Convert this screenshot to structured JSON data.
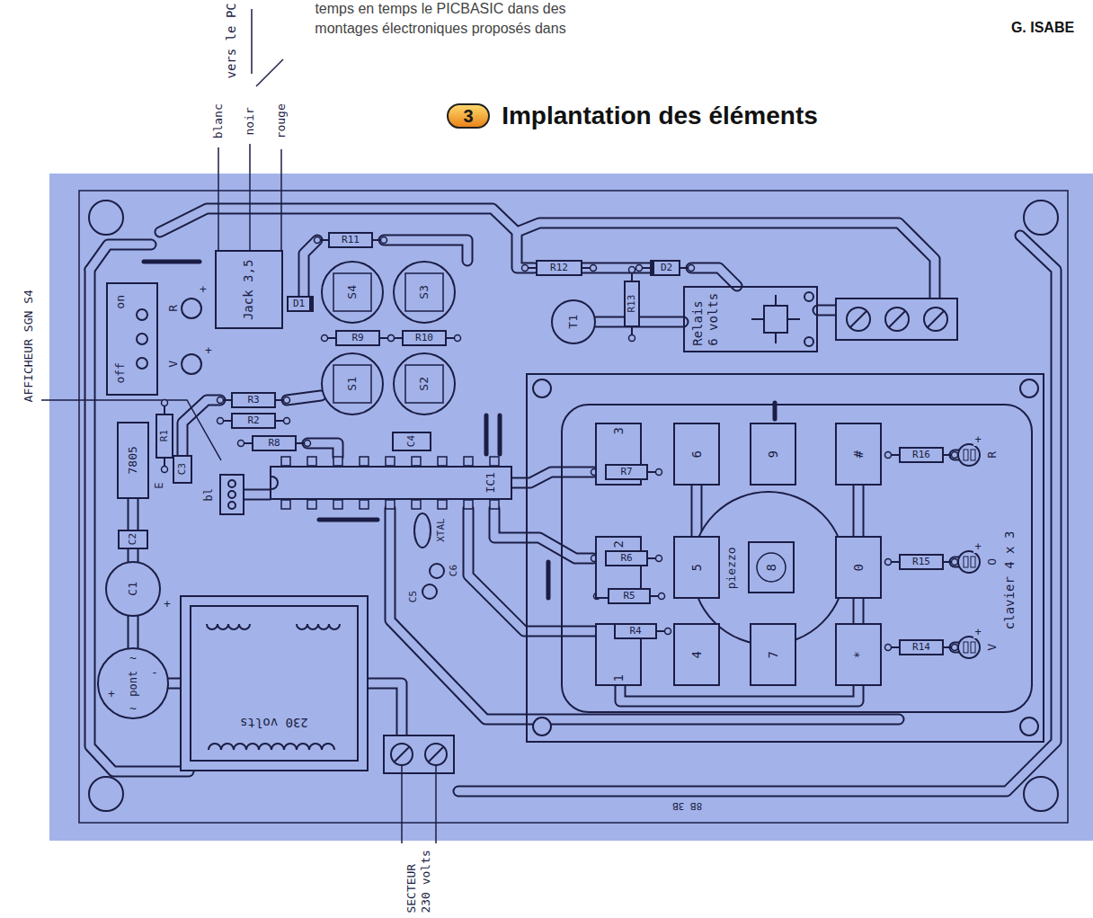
{
  "diagram": {
    "title": "Implantation des éléments",
    "nodes": [
      {
        "text": [
          "on",
          "off"
        ]
      },
      {
        "text": [
          "Jack 3,5"
        ]
      },
      {
        "text": [
          "R11"
        ]
      },
      {
        "text": [
          "D1"
        ]
      },
      {
        "text": [
          "S4"
        ]
      },
      {
        "text": [
          "S3"
        ]
      },
      {
        "text": [
          "R12"
        ]
      },
      {
        "text": [
          "D2"
        ]
      },
      {
        "text": [
          "T1"
        ]
      },
      {
        "text": [
          "R13"
        ]
      },
      {
        "text": [
          "Relais 6 volts"
        ]
      },
      {
        "text": [
          "R9"
        ]
      },
      {
        "text": [
          "R10"
        ]
      },
      {
        "text": [
          "S1"
        ]
      },
      {
        "text": [
          "S2"
        ]
      },
      {
        "text": [
          "R3"
        ]
      },
      {
        "text": [
          "R2"
        ]
      },
      {
        "text": [
          "R8"
        ]
      },
      {
        "text": [
          "C4"
        ]
      },
      {
        "text": [
          "R1"
        ]
      },
      {
        "text": [
          "7805"
        ]
      },
      {
        "text": [
          "C3"
        ]
      },
      {
        "text": [
          "IC1"
        ]
      },
      {
        "text": [
          "C2"
        ]
      },
      {
        "text": [
          "C1"
        ]
      },
      {
        "text": [
          "pont"
        ]
      },
      {
        "text": [
          "230 volts"
        ]
      },
      {
        "text": [
          "clavier 4 x 3"
        ]
      },
      {
        "text": [
          "3"
        ],
        "in": 27
      },
      {
        "text": [
          "6"
        ],
        "in": 27
      },
      {
        "text": [
          "9"
        ],
        "in": 27
      },
      {
        "text": [
          "#"
        ],
        "in": 27
      },
      {
        "text": [
          "piezzo"
        ],
        "in": 27
      },
      {
        "text": [
          "2"
        ],
        "in": 27
      },
      {
        "text": [
          "5"
        ],
        "in": 27
      },
      {
        "text": [
          "8"
        ],
        "in": 32
      },
      {
        "text": [
          "0"
        ],
        "in": 27
      },
      {
        "text": [
          "1"
        ],
        "in": 27
      },
      {
        "text": [
          "4"
        ],
        "in": 27
      },
      {
        "text": [
          "7"
        ],
        "in": 27
      },
      {
        "text": [
          "*"
        ],
        "in": 27
      },
      {
        "text": [
          "R7"
        ],
        "in": 27
      },
      {
        "text": [
          "R6"
        ],
        "in": 27
      },
      {
        "text": [
          "R5"
        ],
        "in": 27
      },
      {
        "text": [
          "R4"
        ],
        "in": 27
      },
      {
        "text": [
          "R16"
        ],
        "in": 27
      },
      {
        "text": [
          "R15"
        ],
        "in": 27
      },
      {
        "text": [
          "R14"
        ],
        "in": 27
      }
    ],
    "labels": [
      "temps en temps le PICBASIC dans des",
      "montages électroniques proposés dans",
      "G. ISABE",
      "3",
      "vers le PC",
      "blanc",
      "noir",
      "rouge",
      "AFFICHEUR SGN S4",
      "+",
      "R",
      "V",
      "+",
      "E",
      "bl",
      "XTAL",
      "C5",
      "C6",
      "+",
      "+",
      "~",
      "~",
      "-",
      "SECTEUR 230 volts",
      "+",
      "+",
      "+",
      "R",
      "O",
      "V",
      "8B 3B"
    ]
  }
}
